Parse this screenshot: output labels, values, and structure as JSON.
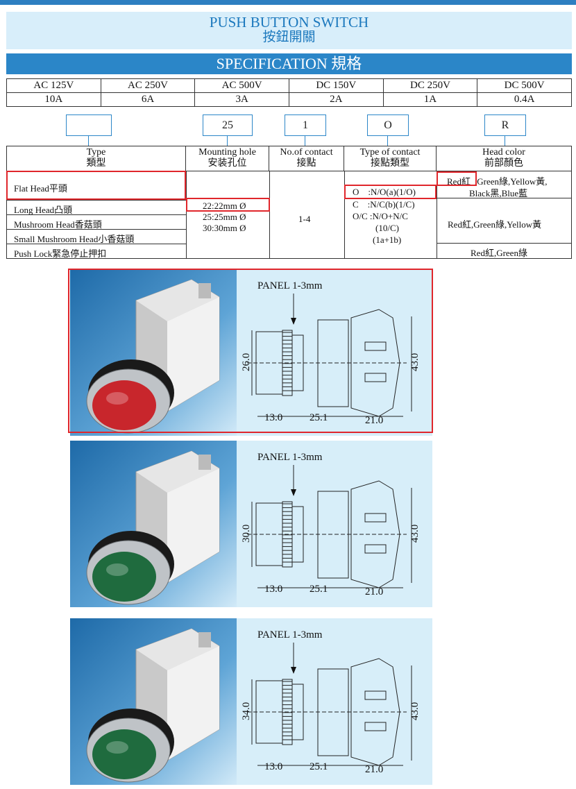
{
  "header": {
    "title_en": "PUSH BUTTON SWITCH",
    "title_cn": "按鈕開關",
    "spec_title": "SPECIFICATION 規格"
  },
  "ratings": {
    "voltages": [
      "AC 125V",
      "AC 250V",
      "AC 500V",
      "DC 150V",
      "DC 250V",
      "DC 500V"
    ],
    "currents": [
      "10A",
      "6A",
      "3A",
      "2A",
      "1A",
      "0.4A"
    ]
  },
  "code": {
    "boxes": [
      "",
      "25",
      "1",
      "O",
      "R"
    ]
  },
  "spec_table": {
    "headers": [
      {
        "en": "Type",
        "cn": "類型"
      },
      {
        "en": "Mounting hole",
        "cn": "安装孔位"
      },
      {
        "en": "No.of contact",
        "cn": "接點"
      },
      {
        "en": "Type of contact",
        "cn": "接點類型"
      },
      {
        "en": "Head color",
        "cn": "前部顏色"
      }
    ],
    "types": [
      "Flat Head平頭",
      "Long Head凸頭",
      "Mushroom Head香菇頭",
      "Small Mushroom Head小香菇頭",
      "Push Lock緊急停止押扣"
    ],
    "mounting": [
      "22:22mm Ø",
      "25:25mm Ø",
      "30:30mm Ø"
    ],
    "contacts": "1-4",
    "contact_types": [
      "O    :N/O(a)(1/O)",
      "C    :N/C(b)(1/C)",
      "O/C :N/O+N/C",
      "(10/C)",
      "(1a+1b)"
    ],
    "colors": {
      "red_label": "Red紅",
      "row1_rest": ",Green綠,Yellow黃,",
      "row1_line2": "Black黑,Blue藍",
      "row2": "Red紅,Green綠,Yellow黃",
      "row3": "Red紅,Green綠"
    }
  },
  "drawings": [
    {
      "panel_label": "PANEL 1-3mm",
      "diameter": "26.0",
      "height": "43.0",
      "dim_a": "13.0",
      "dim_b": "25.1",
      "dim_c": "21.0",
      "button_color": "#c8262c"
    },
    {
      "panel_label": "PANEL 1-3mm",
      "diameter": "30.0",
      "height": "43.0",
      "dim_a": "13.0",
      "dim_b": "25.1",
      "dim_c": "21.0",
      "button_color": "#1f6b3e"
    },
    {
      "panel_label": "PANEL 1-3mm",
      "diameter": "34.0",
      "height": "43.0",
      "dim_a": "13.0",
      "dim_b": "25.1",
      "dim_c": "21.0",
      "button_color": "#1f6b3e"
    }
  ],
  "colors": {
    "accent": "#2b86c8",
    "highlight": "#e0262b",
    "panel_bg": "#d7eef9"
  }
}
